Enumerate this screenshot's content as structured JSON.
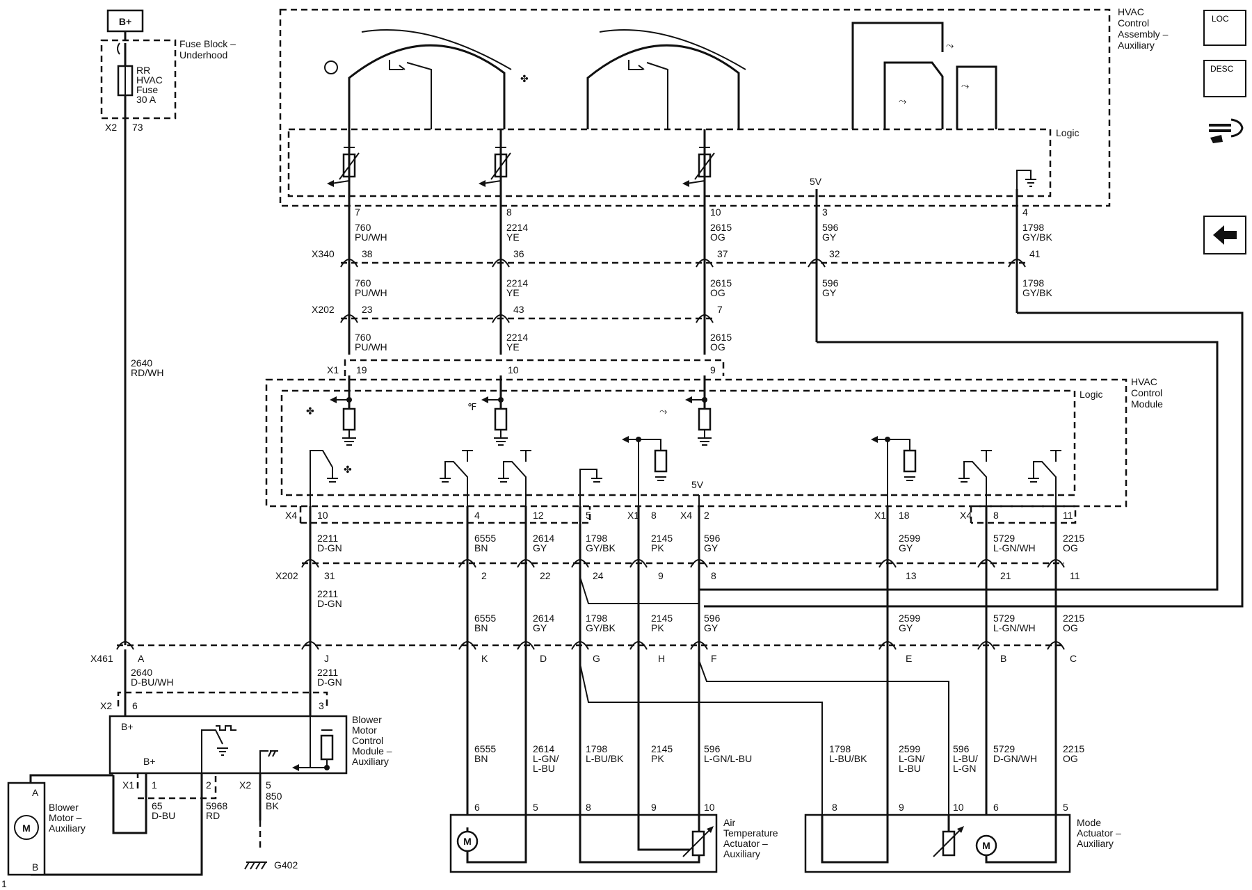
{
  "power": {
    "bplus": "B+"
  },
  "fuse_block": {
    "title": "Fuse Block –",
    "subtitle": "Underhood",
    "fuse": [
      "RR",
      "HVAC",
      "Fuse",
      "30 A"
    ],
    "conn": "X2",
    "pin": "73"
  },
  "feed_wire": {
    "num": "2640",
    "color": "RD/WH"
  },
  "aux_assembly": {
    "title": [
      "HVAC",
      "Control",
      "Assembly –",
      "Auxiliary"
    ],
    "logic": "Logic",
    "v5": "5V",
    "pins": [
      {
        "pin": "7",
        "num": "760",
        "color": "PU/WH"
      },
      {
        "pin": "8",
        "num": "2214",
        "color": "YE"
      },
      {
        "pin": "10",
        "num": "2615",
        "color": "OG"
      },
      {
        "pin": "3",
        "num": "596",
        "color": "GY"
      },
      {
        "pin": "4",
        "num": "1798",
        "color": "GY/BK"
      }
    ]
  },
  "x340": {
    "label": "X340",
    "pins": [
      "38",
      "36",
      "37",
      "32",
      "41"
    ]
  },
  "seg2": [
    {
      "num": "760",
      "color": "PU/WH"
    },
    {
      "num": "2214",
      "color": "YE"
    },
    {
      "num": "2615",
      "color": "OG"
    },
    {
      "num": "596",
      "color": "GY"
    },
    {
      "num": "1798",
      "color": "GY/BK"
    }
  ],
  "x202a": {
    "label": "X202",
    "pins": [
      "23",
      "43",
      "7"
    ]
  },
  "seg3": [
    {
      "num": "760",
      "color": "PU/WH"
    },
    {
      "num": "2214",
      "color": "YE"
    },
    {
      "num": "2615",
      "color": "OG"
    }
  ],
  "x1a": {
    "label": "X1",
    "pins": [
      "19",
      "10",
      "9"
    ]
  },
  "module": {
    "title": [
      "HVAC",
      "Control",
      "Module"
    ],
    "logic": "Logic",
    "v5": "5V"
  },
  "lower_conns": {
    "x4": "X4",
    "x1": "X1"
  },
  "lower_pins": [
    "10",
    "4",
    "12",
    "5",
    "8",
    "2",
    "18",
    "8",
    "11"
  ],
  "lower_seg1": [
    {
      "num": "2211",
      "color": "D-GN"
    },
    {
      "num": "6555",
      "color": "BN"
    },
    {
      "num": "2614",
      "color": "GY"
    },
    {
      "num": "1798",
      "color": "GY/BK"
    },
    {
      "num": "2145",
      "color": "PK"
    },
    {
      "num": "596",
      "color": "GY"
    },
    {
      "num": "2599",
      "color": "GY"
    },
    {
      "num": "5729",
      "color": "L-GN/WH"
    },
    {
      "num": "2215",
      "color": "OG"
    }
  ],
  "x202b": {
    "label": "X202",
    "pins": [
      "31",
      "2",
      "22",
      "24",
      "9",
      "8",
      "13",
      "21",
      "11"
    ]
  },
  "lower_seg2": [
    {
      "num": "2211",
      "color": "D-GN"
    },
    {
      "num": "6555",
      "color": "BN"
    },
    {
      "num": "2614",
      "color": "GY"
    },
    {
      "num": "1798",
      "color": "GY/BK"
    },
    {
      "num": "2145",
      "color": "PK"
    },
    {
      "num": "596",
      "color": "GY"
    },
    {
      "num": "2599",
      "color": "GY"
    },
    {
      "num": "5729",
      "color": "L-GN/WH"
    },
    {
      "num": "2215",
      "color": "OG"
    }
  ],
  "x461": {
    "label": "X461",
    "pins": [
      "A",
      "J",
      "K",
      "D",
      "G",
      "H",
      "F",
      "E",
      "B",
      "C"
    ]
  },
  "x461_a_wire": {
    "num": "2640",
    "color": "D-BU/WH"
  },
  "x461_j_wire": {
    "num": "2211",
    "color": "D-GN"
  },
  "bmcm": {
    "conn": "X2",
    "pin_a": "6",
    "pin_b": "3",
    "title": [
      "Blower",
      "Motor",
      "Control",
      "Module –",
      "Auxiliary"
    ],
    "bplus_top": "B+",
    "bplus_in": "B+",
    "x1": "X1",
    "x1_pin1": "1",
    "x1_pin2": "2",
    "x2": "X2",
    "x2_pin5": "5",
    "w65": {
      "num": "65",
      "color": "D-BU"
    },
    "w5968": {
      "num": "5968",
      "color": "RD"
    },
    "w850": {
      "num": "850",
      "color": "BK"
    },
    "ground": "G402"
  },
  "blower_motor": {
    "title": [
      "Blower",
      "Motor –",
      "Auxiliary"
    ],
    "pin_a": "A",
    "pin_b": "B",
    "symbol": "M"
  },
  "actuator_wires": [
    {
      "num": "6555",
      "color": "BN"
    },
    {
      "num": "2614",
      "color": "L-GN/",
      "color2": "L-BU"
    },
    {
      "num": "1798",
      "color": "L-BU/BK"
    },
    {
      "num": "2145",
      "color": "PK"
    },
    {
      "num": "596",
      "color": "L-GN/L-BU"
    },
    {
      "num": "1798",
      "color": "L-BU/BK"
    },
    {
      "num": "2599",
      "color": "L-GN/",
      "color2": "L-BU"
    },
    {
      "num": "596",
      "color": "L-BU/",
      "color2": "L-GN"
    },
    {
      "num": "5729",
      "color": "D-GN/WH"
    },
    {
      "num": "2215",
      "color": "OG"
    }
  ],
  "air_temp_actuator": {
    "title": [
      "Air",
      "Temperature",
      "Actuator –",
      "Auxiliary"
    ],
    "pins": [
      "6",
      "5",
      "8",
      "9",
      "10"
    ],
    "symbol": "M"
  },
  "mode_actuator": {
    "title": [
      "Mode",
      "Actuator –",
      "Auxiliary"
    ],
    "pins": [
      "8",
      "9",
      "10",
      "6",
      "5"
    ],
    "symbol": "M"
  },
  "nav": {
    "loc": "LOC",
    "desc": "DESC",
    "back_icon": "left-arrow-icon",
    "tool_icon": "wrench-hand-icon"
  },
  "page_marker": "1"
}
